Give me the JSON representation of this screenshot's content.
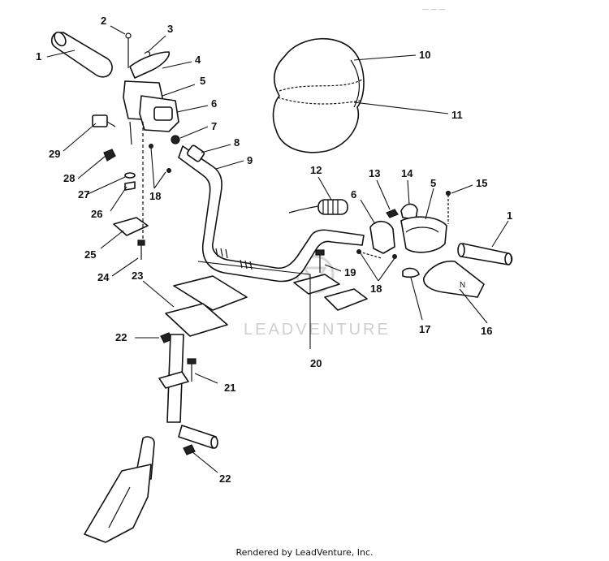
{
  "diagram": {
    "corner_mark": "— — —",
    "watermark": "LEADVENTURE",
    "credit": "Rendered by LeadVenture, Inc.",
    "callouts": {
      "c1a": "1",
      "c1b": "1",
      "c2": "2",
      "c3": "3",
      "c4": "4",
      "c5a": "5",
      "c5b": "5",
      "c6a": "6",
      "c6b": "6",
      "c7": "7",
      "c8": "8",
      "c9": "9",
      "c10": "10",
      "c11": "11",
      "c12": "12",
      "c13": "13",
      "c14": "14",
      "c15": "15",
      "c16": "16",
      "c17": "17",
      "c18a": "18",
      "c18b": "18",
      "c19": "19",
      "c20": "20",
      "c21": "21",
      "c22a": "22",
      "c22b": "22",
      "c23": "23",
      "c24": "24",
      "c25": "25",
      "c26": "26",
      "c27": "27",
      "c28": "28",
      "c29": "29"
    }
  }
}
